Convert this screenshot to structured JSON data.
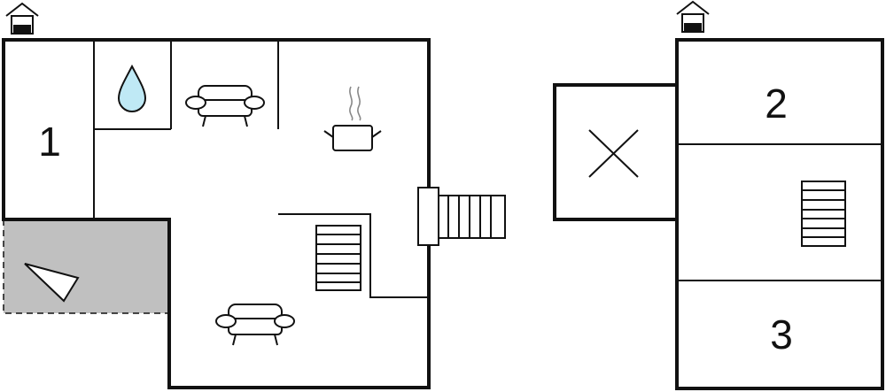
{
  "floor_plan": {
    "ground_floor": {
      "rooms": [
        {
          "id": "bedroom-1",
          "label": "1"
        }
      ],
      "icons": [
        "house-entrance-icon",
        "water-drop-icon",
        "sofa-icon",
        "cooking-pot-icon",
        "sofa-icon",
        "staircase-icon",
        "outdoor-steps-icon",
        "terrace-icon"
      ]
    },
    "upper_floor": {
      "rooms": [
        {
          "id": "bedroom-2",
          "label": "2"
        },
        {
          "id": "bedroom-3",
          "label": "3"
        }
      ],
      "icons": [
        "house-entrance-icon",
        "void-cross-icon",
        "staircase-icon"
      ]
    },
    "colors": {
      "wall": "#111111",
      "terrace_fill": "#c0c0c0",
      "water": "#bfe9f5",
      "background": "#ffffff"
    }
  }
}
